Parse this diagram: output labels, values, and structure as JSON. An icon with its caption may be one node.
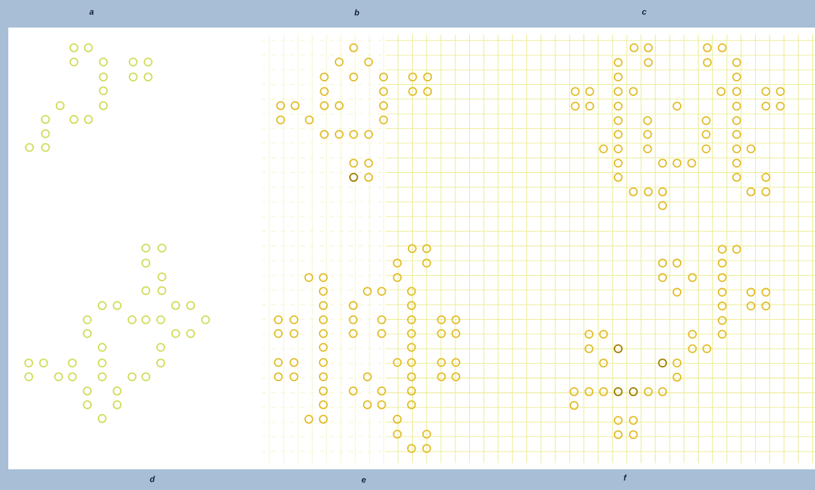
{
  "diagram": {
    "labels": [
      "a",
      "b",
      "c",
      "d",
      "e",
      "f"
    ]
  }
}
